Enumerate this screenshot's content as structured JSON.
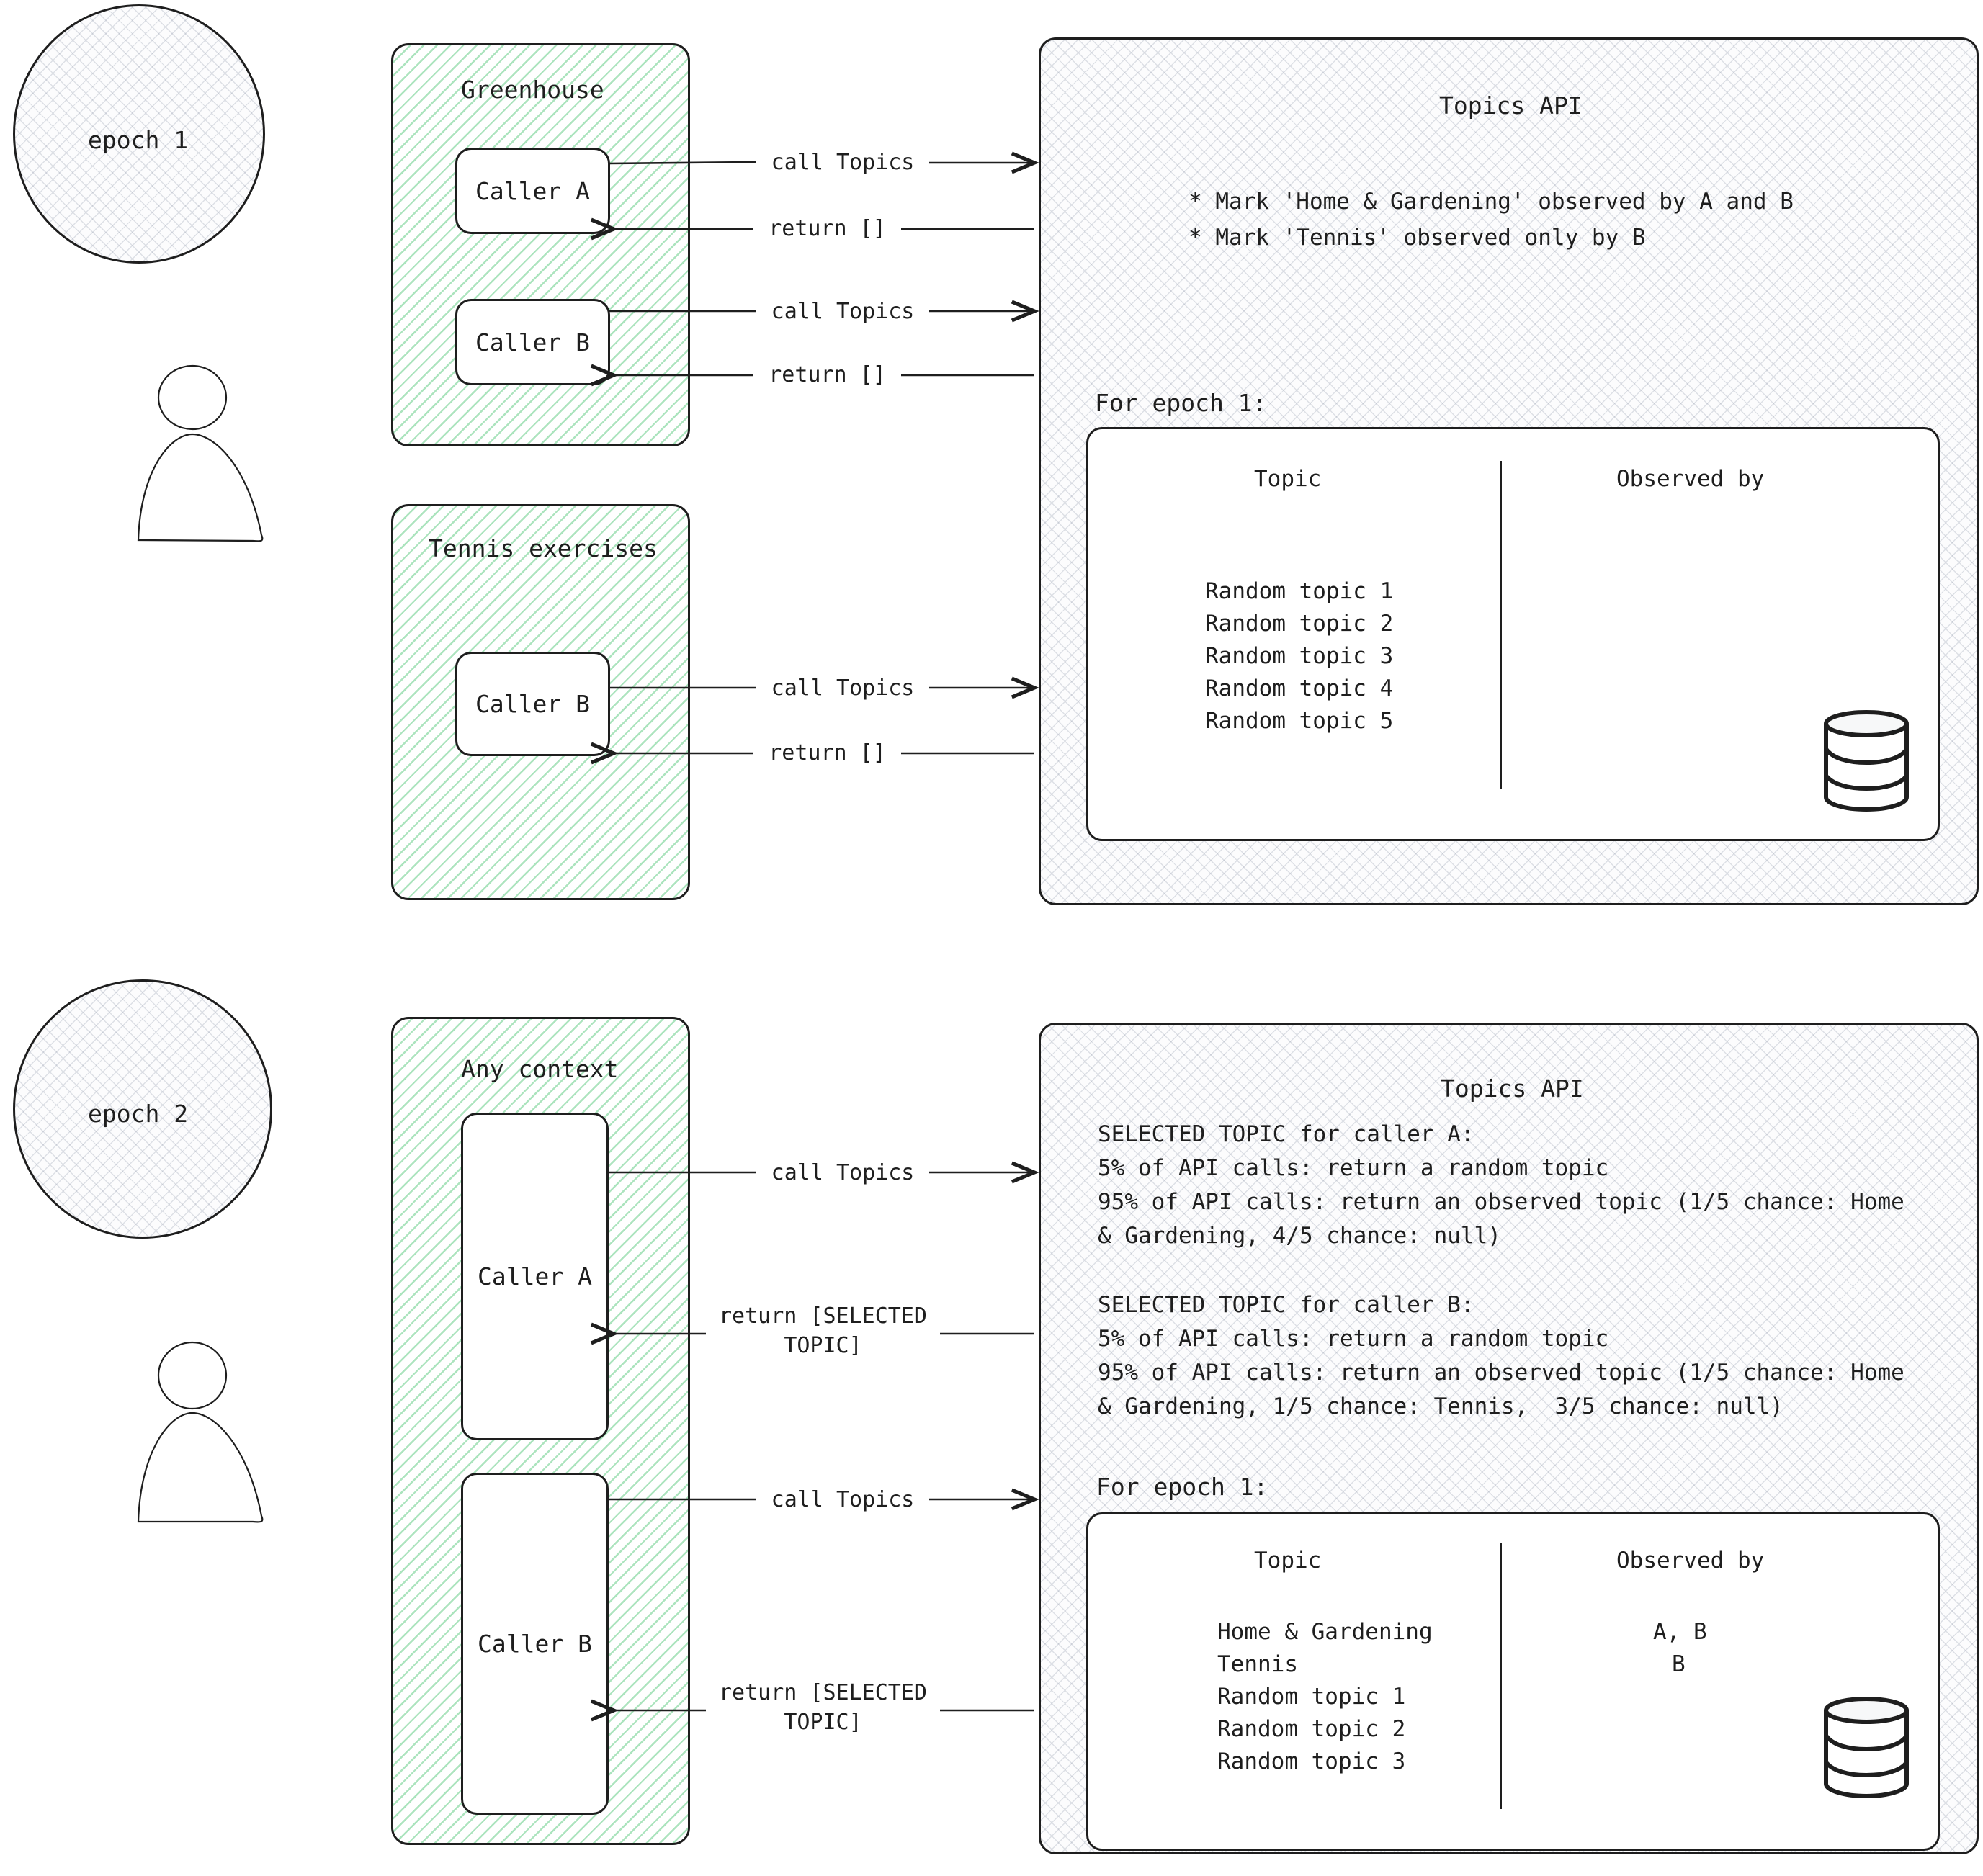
{
  "meta": {
    "colors": {
      "ink": "#1e1e1e",
      "green_hatch": "#68cd89",
      "gray_hatch": "#969eaf",
      "panel_bg": "#fcfcfd",
      "white": "#ffffff"
    }
  },
  "epochs": [
    {
      "id": "epoch-1",
      "badge_label": "epoch 1",
      "actor_icon": "person-icon",
      "contexts": [
        {
          "id": "greenhouse",
          "title": "Greenhouse",
          "callers": [
            {
              "label": "Caller A"
            },
            {
              "label": "Caller B"
            }
          ]
        },
        {
          "id": "tennis-exercises",
          "title": "Tennis exercises",
          "callers": [
            {
              "label": "Caller B"
            }
          ]
        }
      ],
      "messages": [
        {
          "label": "call Topics",
          "direction": "request"
        },
        {
          "label": "return []",
          "direction": "response"
        },
        {
          "label": "call Topics",
          "direction": "request"
        },
        {
          "label": "return []",
          "direction": "response"
        },
        {
          "label": "call Topics",
          "direction": "request"
        },
        {
          "label": "return []",
          "direction": "response"
        }
      ],
      "api": {
        "title": "Topics API",
        "bullets": [
          "* Mark 'Home & Gardening' observed by A and B",
          "* Mark 'Tennis' observed only by B"
        ],
        "table_caption": "For epoch 1:",
        "table": {
          "columns": [
            "Topic",
            "Observed by"
          ],
          "rows": [
            {
              "topic": "Random topic 1",
              "observed_by": ""
            },
            {
              "topic": "Random topic 2",
              "observed_by": ""
            },
            {
              "topic": "Random topic 3",
              "observed_by": ""
            },
            {
              "topic": "Random topic 4",
              "observed_by": ""
            },
            {
              "topic": "Random topic 5",
              "observed_by": ""
            }
          ]
        },
        "storage_icon": "database-icon"
      }
    },
    {
      "id": "epoch-2",
      "badge_label": "epoch 2",
      "actor_icon": "person-icon",
      "contexts": [
        {
          "id": "any-context",
          "title": "Any context",
          "callers": [
            {
              "label": "Caller A"
            },
            {
              "label": "Caller B"
            }
          ]
        }
      ],
      "messages": [
        {
          "label": "call Topics",
          "direction": "request"
        },
        {
          "label": "return [SELECTED\nTOPIC]",
          "direction": "response"
        },
        {
          "label": "call Topics",
          "direction": "request"
        },
        {
          "label": "return [SELECTED\nTOPIC]",
          "direction": "response"
        }
      ],
      "api": {
        "title": "Topics API",
        "rules_a": [
          "SELECTED TOPIC for caller A:",
          "5% of API calls: return a random topic",
          "95% of API calls: return an observed topic (1/5 chance: Home",
          "& Gardening, 4/5 chance: null)"
        ],
        "rules_b": [
          "SELECTED TOPIC for caller B:",
          "5% of API calls: return a random topic",
          "95% of API calls: return an observed topic (1/5 chance: Home",
          "& Gardening, 1/5 chance: Tennis,  3/5 chance: null)"
        ],
        "table_caption": "For epoch 1:",
        "table": {
          "columns": [
            "Topic",
            "Observed by"
          ],
          "rows": [
            {
              "topic": "Home & Gardening",
              "observed_by": "A, B"
            },
            {
              "topic": "Tennis",
              "observed_by": "B"
            },
            {
              "topic": "Random topic 1",
              "observed_by": ""
            },
            {
              "topic": "Random topic 2",
              "observed_by": ""
            },
            {
              "topic": "Random topic 3",
              "observed_by": ""
            }
          ]
        },
        "storage_icon": "database-icon"
      }
    }
  ]
}
